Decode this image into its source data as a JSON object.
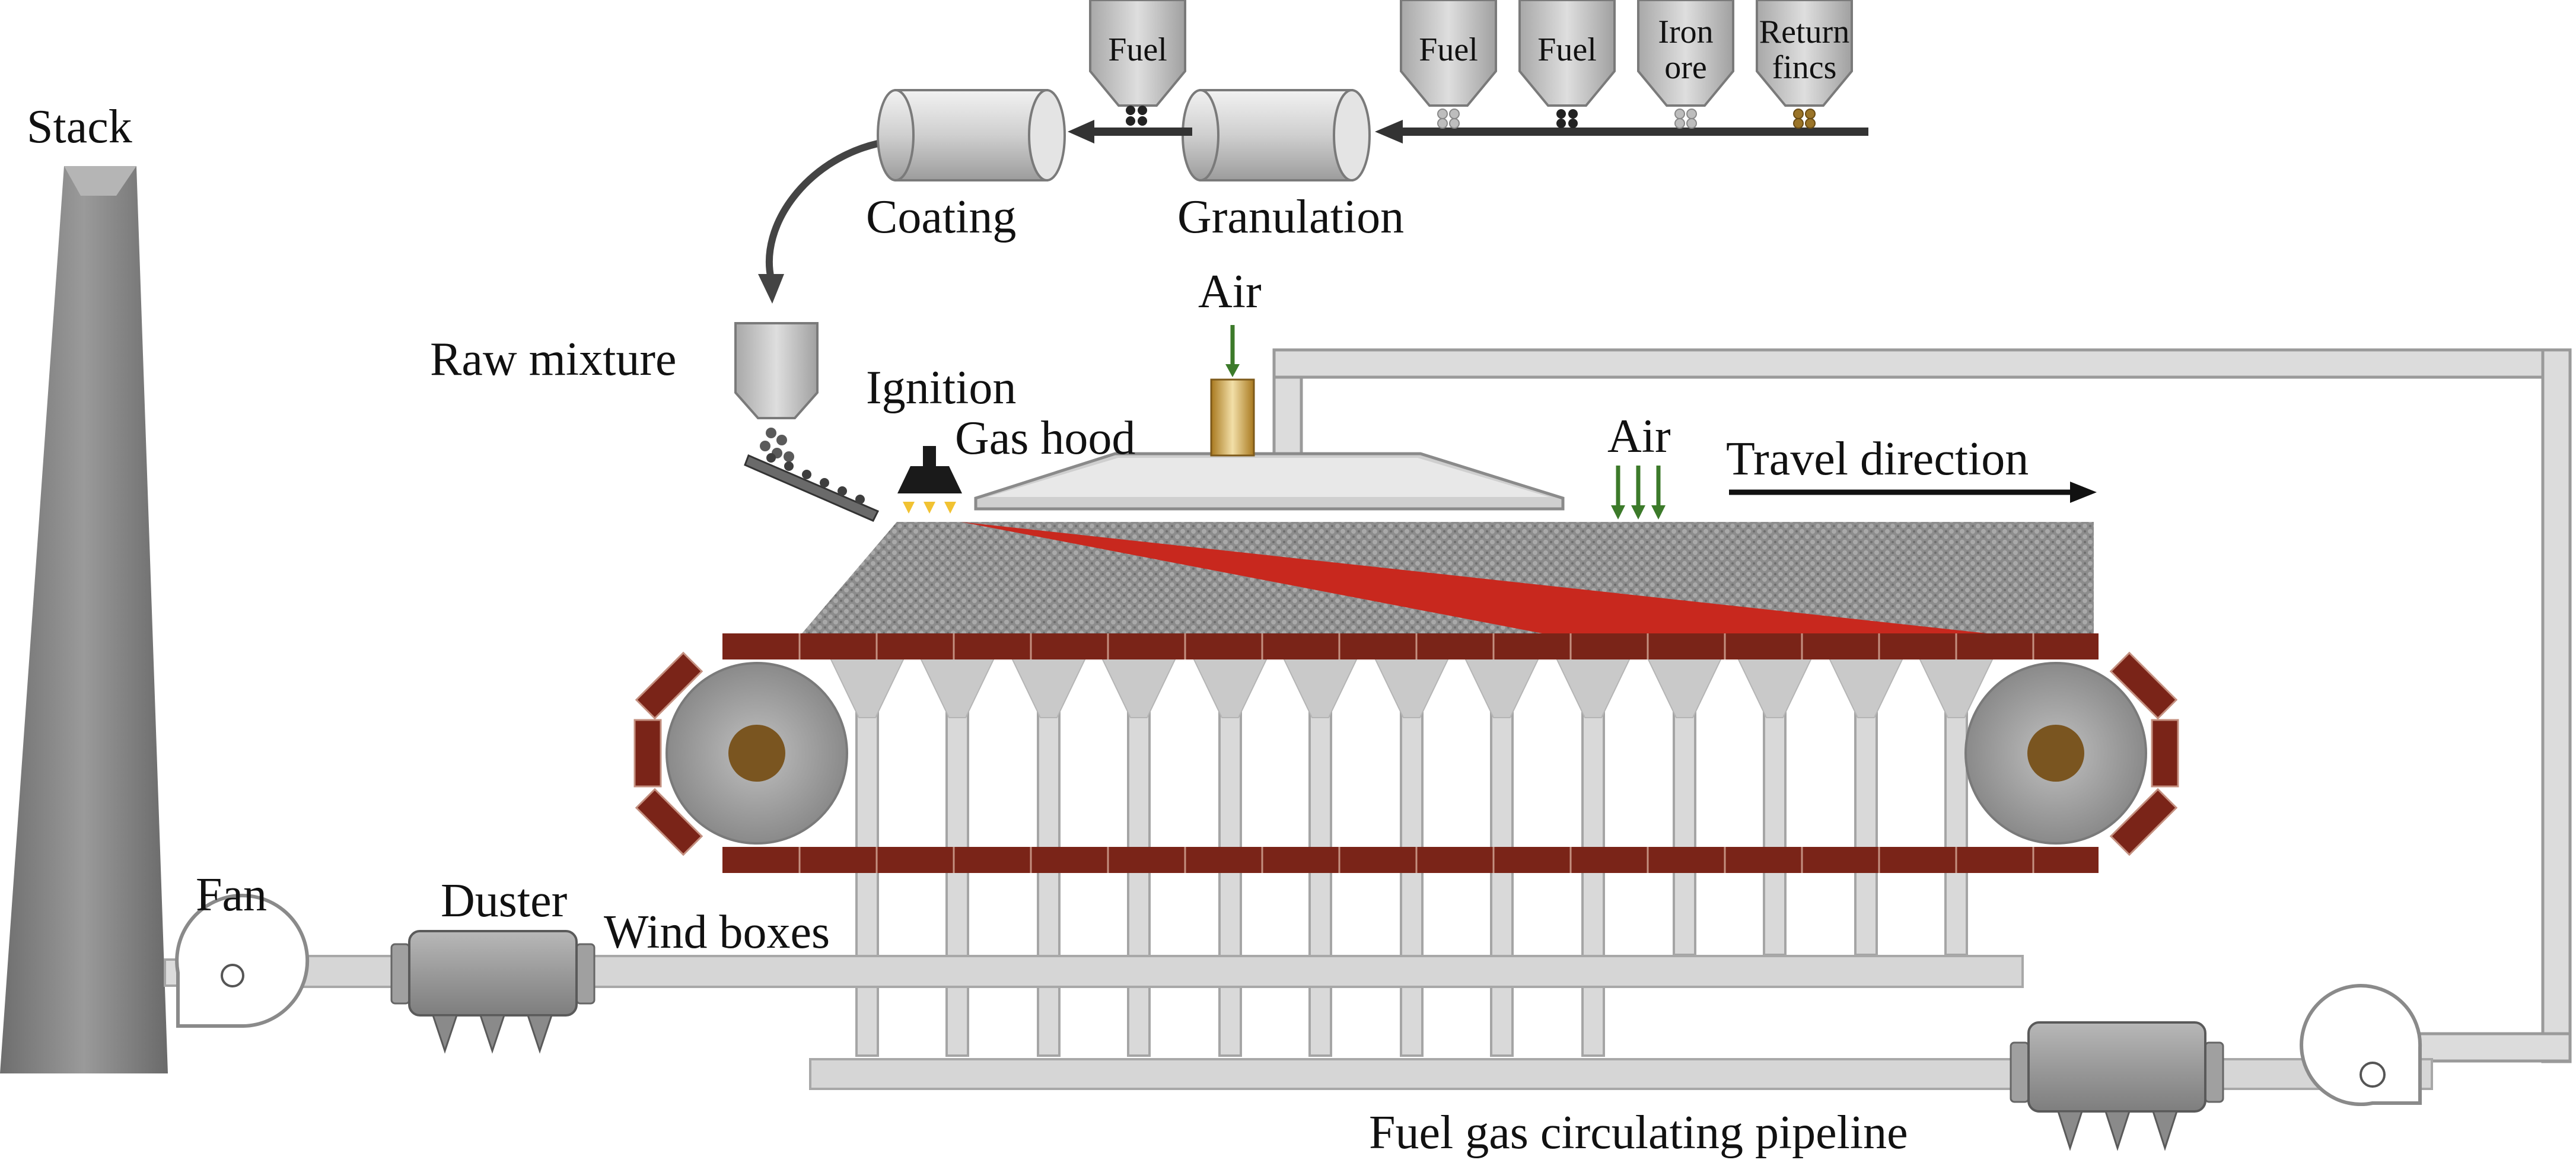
{
  "labels": {
    "stack": "Stack",
    "fan": "Fan",
    "duster": "Duster",
    "wind_boxes": "Wind boxes",
    "raw_mixture": "Raw mixture",
    "ignition": "Ignition",
    "gas_hood": "Gas hood",
    "air_top": "Air",
    "air_right": "Air",
    "travel_direction": "Travel direction",
    "coating": "Coating",
    "granulation": "Granulation",
    "pipeline": "Fuel gas circulating pipeline"
  },
  "hoppers": [
    {
      "line1": "Fuel",
      "line2": ""
    },
    {
      "line1": "Fuel",
      "line2": ""
    },
    {
      "line1": "Fuel",
      "line2": ""
    },
    {
      "line1": "Iron",
      "line2": "ore"
    },
    {
      "line1": "Return",
      "line2": "fincs"
    }
  ],
  "colors": {
    "metal": "#c8c8c8",
    "metal_dark": "#8a8a8a",
    "pipe": "#dcdcdc",
    "chain": "#7a2418",
    "hub": "#7a5520",
    "hot_zone": "#c8281e",
    "air_arrow": "#3c7a2a",
    "bed": "#8c8c8c"
  }
}
